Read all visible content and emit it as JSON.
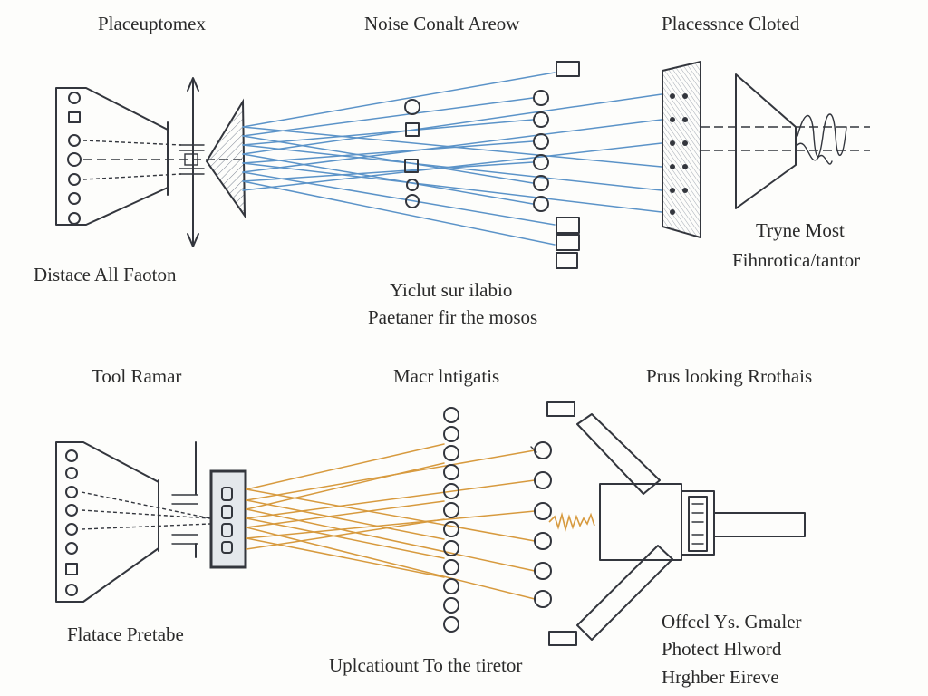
{
  "top_row": {
    "left_title": "Placeuptomex",
    "center_title": "Noise Conalt Areow",
    "right_title": "Placessnce Cloted",
    "left_caption": "Distace All Faoton",
    "center_caption_line1": "Yiclut sur ilabio",
    "center_caption_line2": "Paetaner fir the mosos",
    "right_caption_line1": "Tryne Most",
    "right_caption_line2": "Fihnrotica/tantor"
  },
  "bottom_row": {
    "left_title": "Tool Ramar",
    "center_title": "Macr lntigatis",
    "right_title": "Prus looking Rrothais",
    "left_caption": "Flatace Pretabe",
    "center_caption": "Uplcatiount To the tiretor",
    "right_caption_line1": "Offcel Ys. Gmaler",
    "right_caption_line2": "Photect Hlword",
    "right_caption_line3": "Hrghber Eireve"
  },
  "colors": {
    "top_beams": "#5b93c8",
    "bottom_beams": "#d79a3e",
    "ink": "#33363d"
  }
}
